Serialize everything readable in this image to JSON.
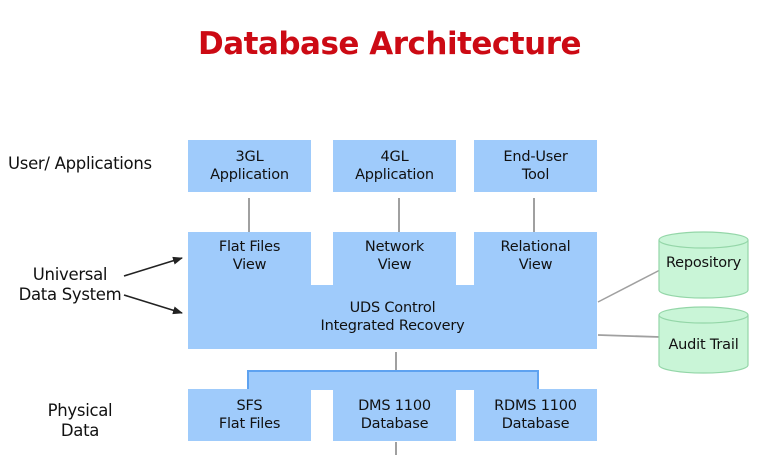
{
  "title": "Database Architecture",
  "colors": {
    "title": "#cc0a14",
    "box_fill": "#9fcbfb",
    "bus_border": "#5ea2f0",
    "cylinder_fill": "#c9f5d7",
    "cylinder_stroke": "#94d6a8",
    "connector": "#a0a0a0",
    "arrow": "#222222"
  },
  "layers": {
    "user_apps": "User/ Applications",
    "uds": [
      "Universal",
      "Data System"
    ],
    "physical": [
      "Physical",
      "Data"
    ]
  },
  "applications": [
    {
      "line1": "3GL",
      "line2": "Application"
    },
    {
      "line1": "4GL",
      "line2": "Application"
    },
    {
      "line1": "End-User",
      "line2": "Tool"
    }
  ],
  "views": [
    {
      "line1": "Flat Files",
      "line2": "View"
    },
    {
      "line1": "Network",
      "line2": "View"
    },
    {
      "line1": "Relational",
      "line2": "View"
    }
  ],
  "uds_control": {
    "line1": "UDS Control",
    "line2": "Integrated Recovery"
  },
  "stores": [
    {
      "label": "Repository"
    },
    {
      "label": "Audit Trail"
    }
  ],
  "physical_data": [
    {
      "line1": "SFS",
      "line2": "Flat Files"
    },
    {
      "line1": "DMS 1100",
      "line2": "Database"
    },
    {
      "line1": "RDMS 1100",
      "line2": "Database"
    }
  ]
}
